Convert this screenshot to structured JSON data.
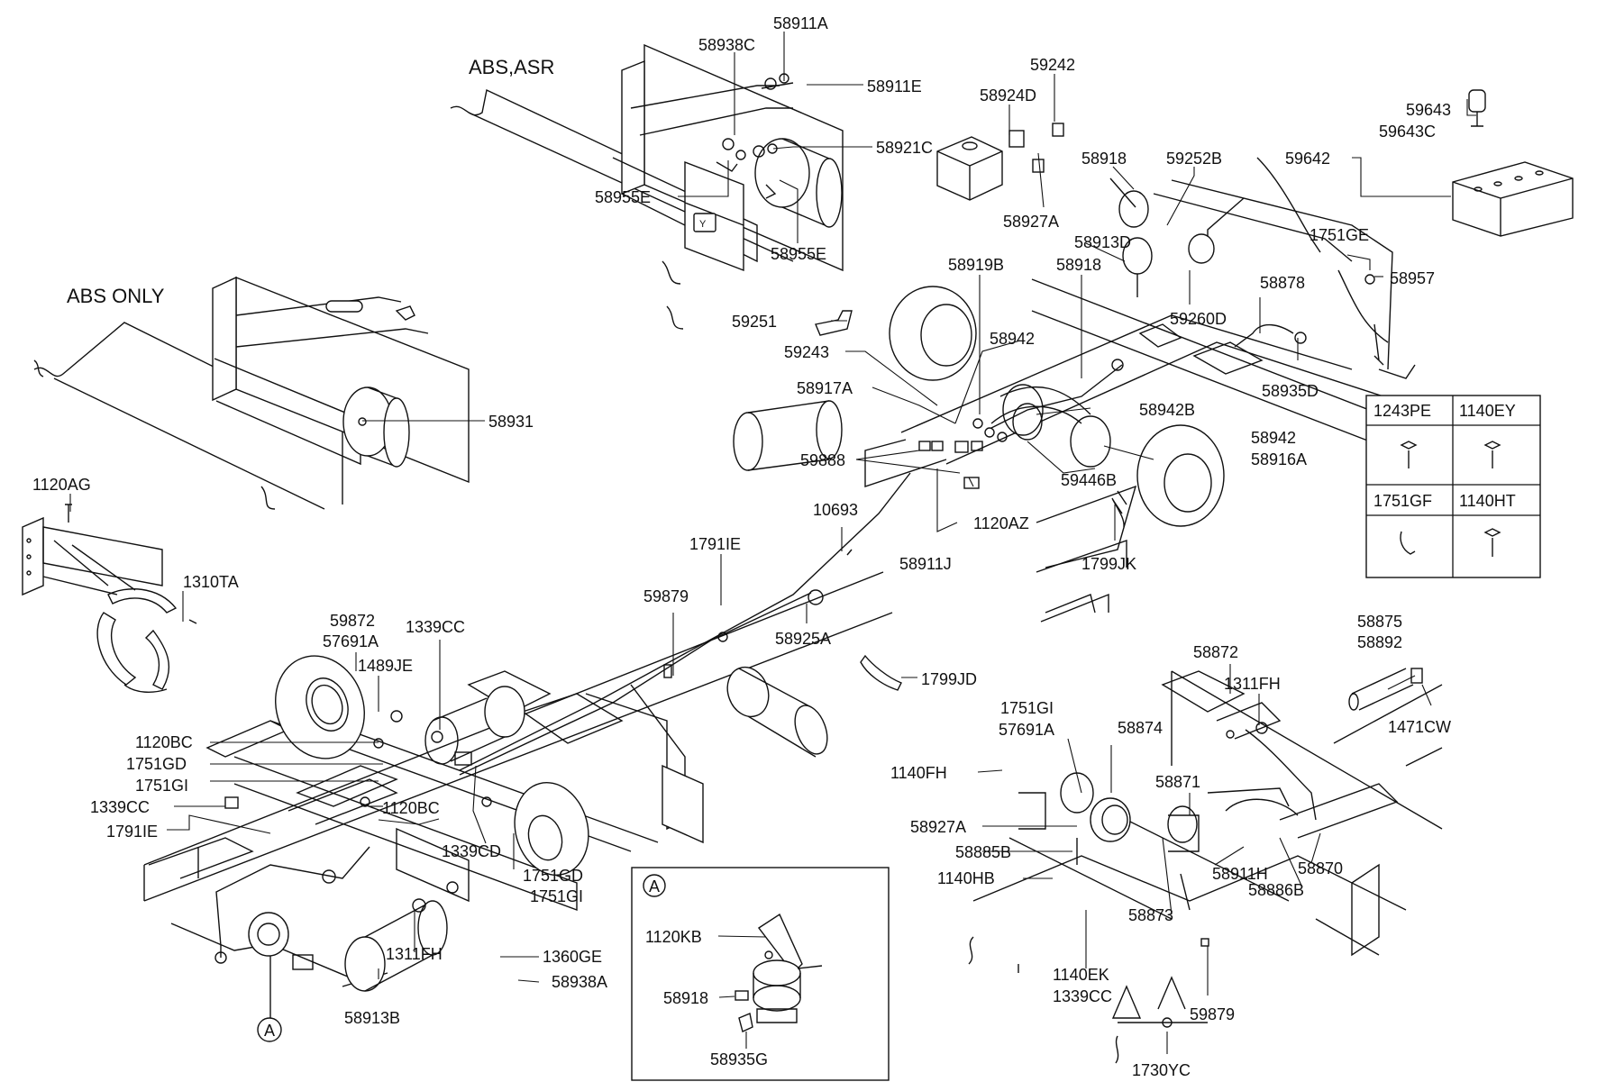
{
  "sections": {
    "abs_asr": "ABS,ASR",
    "abs_only": "ABS ONLY"
  },
  "detail_a": {
    "marker": "A",
    "parts": [
      "1120KB",
      "58918",
      "58935G"
    ]
  },
  "callout_marker": "A",
  "fastener_table": {
    "cells": [
      "1243PE",
      "1140EY",
      "1751GF",
      "1140HT"
    ]
  },
  "labels": {
    "p58911A": "58911A",
    "p58938C": "58938C",
    "p58911E": "58911E",
    "p58921C": "58921C",
    "p58955E_1": "58955E",
    "p58955E_2": "58955E",
    "p59242": "59242",
    "p58924D": "58924D",
    "p58927A_1": "58927A",
    "p58918_1": "58918",
    "p59252B": "59252B",
    "p59642": "59642",
    "p59643": "59643",
    "p59643C": "59643C",
    "p58913D": "58913D",
    "p58918_2": "58918",
    "p1751GE": "1751GE",
    "p58957": "58957",
    "p58919B": "58919B",
    "p58878": "58878",
    "p59260D": "59260D",
    "p59251": "59251",
    "p58942_1": "58942",
    "p59243": "59243",
    "p58935D": "58935D",
    "p58917A": "58917A",
    "p58942B": "58942B",
    "p59888": "59888",
    "p58942_2": "58942",
    "p58916A": "58916A",
    "p59446B": "59446B",
    "p10693": "10693",
    "p1120AZ": "1120AZ",
    "p58911J": "58911J",
    "p1799JK": "1799JK",
    "p1791IE_1": "1791IE",
    "p59879_1": "59879",
    "p58925A": "58925A",
    "p1799JD": "1799JD",
    "p58931": "58931",
    "p1120AG": "1120AG",
    "p1310TA": "1310TA",
    "p59872": "59872",
    "p57691A_1": "57691A",
    "p1339CC_1": "1339CC",
    "p1489JE": "1489JE",
    "p1120BC_1": "1120BC",
    "p1751GD_1": "1751GD",
    "p1751GI_1": "1751GI",
    "p1339CC_2": "1339CC",
    "p1120BC_2": "1120BC",
    "p1791IE_2": "1791IE",
    "p1339CD": "1339CD",
    "p1751GD_2": "1751GD",
    "p1751GI_2": "1751GI",
    "p1311FH_1": "1311FH",
    "p1360GE": "1360GE",
    "p58938A": "58938A",
    "p58913B": "58913B",
    "p58875": "58875",
    "p58892": "58892",
    "p1471CW": "1471CW",
    "p58872": "58872",
    "p1311FH_2": "1311FH",
    "p1751GI_3": "1751GI",
    "p57691A_2": "57691A",
    "p58874": "58874",
    "p1140FH": "1140FH",
    "p58871": "58871",
    "p58927A_2": "58927A",
    "p58885B": "58885B",
    "p1140HB": "1140HB",
    "p58911H": "58911H",
    "p58870": "58870",
    "p58886B": "58886B",
    "p58873": "58873",
    "p1140EK": "1140EK",
    "p1339CC_3": "1339CC",
    "p59879_2": "59879",
    "p1730YC": "1730YC"
  }
}
